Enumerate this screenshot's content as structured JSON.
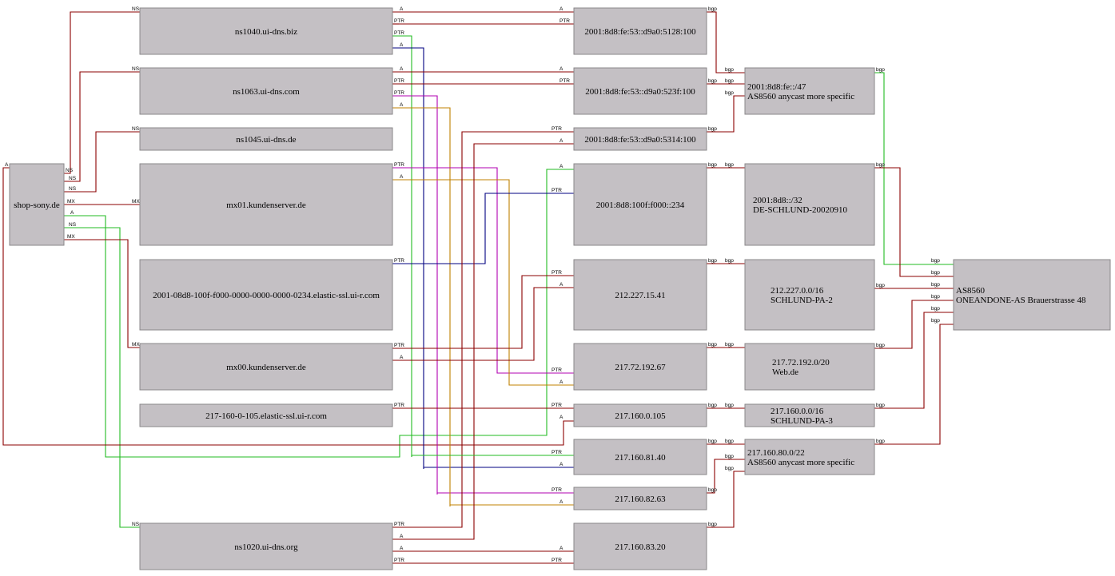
{
  "colors": {
    "red": "#8b0000",
    "green": "#22bb22",
    "navy": "#000080",
    "purple": "#b000b0",
    "orange": "#c08000",
    "node_fill": "#c4c0c4"
  },
  "nodes": {
    "shop": {
      "lines": [
        "shop-sony.de"
      ]
    },
    "ns1040": {
      "lines": [
        "ns1040.ui-dns.biz"
      ]
    },
    "ns1063": {
      "lines": [
        "ns1063.ui-dns.com"
      ]
    },
    "ns1045": {
      "lines": [
        "ns1045.ui-dns.de"
      ]
    },
    "mx01": {
      "lines": [
        "mx01.kundenserver.de"
      ]
    },
    "elastic234": {
      "lines": [
        "2001-08d8-100f-f000-0000-0000-0000-0234.elastic-ssl.ui-r.com"
      ]
    },
    "mx00": {
      "lines": [
        "mx00.kundenserver.de"
      ]
    },
    "elastic105": {
      "lines": [
        "217-160-0-105.elastic-ssl.ui-r.com"
      ]
    },
    "ns1020": {
      "lines": [
        "ns1020.ui-dns.org"
      ]
    },
    "ip5128": {
      "lines": [
        "2001:8d8:fe:53::d9a0:5128:100"
      ]
    },
    "ip523f": {
      "lines": [
        "2001:8d8:fe:53::d9a0:523f:100"
      ]
    },
    "ip5314": {
      "lines": [
        "2001:8d8:fe:53::d9a0:5314:100"
      ]
    },
    "ip234": {
      "lines": [
        "2001:8d8:100f:f000::234"
      ]
    },
    "ip21222715": {
      "lines": [
        "212.227.15.41"
      ]
    },
    "ip2177219267": {
      "lines": [
        "217.72.192.67"
      ]
    },
    "ip2171600105": {
      "lines": [
        "217.160.0.105"
      ]
    },
    "ip2171608140": {
      "lines": [
        "217.160.81.40"
      ]
    },
    "ip2171608263": {
      "lines": [
        "217.160.82.63"
      ]
    },
    "ip2171608320": {
      "lines": [
        "217.160.83.20"
      ]
    },
    "pfx_fe47": {
      "lines": [
        "2001:8d8:fe::/47",
        "AS8560 anycast more specific"
      ]
    },
    "pfx_32": {
      "lines": [
        "2001:8d8::/32",
        "DE-SCHLUND-20020910"
      ]
    },
    "pfx_212": {
      "lines": [
        "212.227.0.0/16",
        "SCHLUND-PA-2"
      ]
    },
    "pfx_21772": {
      "lines": [
        "217.72.192.0/20",
        "Web.de"
      ]
    },
    "pfx_217160": {
      "lines": [
        "217.160.0.0/16",
        "SCHLUND-PA-3"
      ]
    },
    "pfx_21716080": {
      "lines": [
        "217.160.80.0/22",
        "AS8560 anycast more specific"
      ]
    },
    "as8560": {
      "lines": [
        "AS8560",
        "ONEANDONE-AS Brauerstrasse 48"
      ]
    }
  },
  "edges": [
    {
      "label": "NS",
      "color": "red"
    },
    {
      "label": "NS",
      "color": "red"
    },
    {
      "label": "NS",
      "color": "red"
    },
    {
      "label": "MX",
      "color": "red"
    },
    {
      "label": "A",
      "color": "green"
    },
    {
      "label": "NS",
      "color": "green"
    },
    {
      "label": "MX",
      "color": "red"
    },
    {
      "label": "A",
      "color": "red"
    },
    {
      "label": "A",
      "color": "red"
    },
    {
      "label": "PTR",
      "color": "red"
    },
    {
      "label": "PTR",
      "color": "green"
    },
    {
      "label": "A",
      "color": "navy"
    },
    {
      "label": "A",
      "color": "red"
    },
    {
      "label": "PTR",
      "color": "red"
    },
    {
      "label": "PTR",
      "color": "purple"
    },
    {
      "label": "A",
      "color": "orange"
    },
    {
      "label": "PTR",
      "color": "purple"
    },
    {
      "label": "A",
      "color": "orange"
    },
    {
      "label": "PTR",
      "color": "navy"
    },
    {
      "label": "PTR",
      "color": "red"
    },
    {
      "label": "A",
      "color": "red"
    },
    {
      "label": "PTR",
      "color": "red"
    },
    {
      "label": "PTR",
      "color": "red"
    },
    {
      "label": "A",
      "color": "red"
    },
    {
      "label": "A",
      "color": "red"
    },
    {
      "label": "PTR",
      "color": "red"
    },
    {
      "label": "PTR",
      "color": "red"
    },
    {
      "label": "PTR",
      "color": "green"
    },
    {
      "label": "A",
      "color": "navy"
    },
    {
      "label": "PTR",
      "color": "purple"
    },
    {
      "label": "A",
      "color": "orange"
    },
    {
      "label": "bgp",
      "color": "red"
    },
    {
      "label": "bgp",
      "color": "red"
    },
    {
      "label": "bgp",
      "color": "red"
    },
    {
      "label": "bgp",
      "color": "red"
    },
    {
      "label": "bgp",
      "color": "red"
    },
    {
      "label": "bgp",
      "color": "red"
    },
    {
      "label": "bgp",
      "color": "red"
    },
    {
      "label": "bgp",
      "color": "red"
    },
    {
      "label": "bgp",
      "color": "red"
    },
    {
      "label": "bgp",
      "color": "red"
    },
    {
      "label": "bgp",
      "color": "green"
    },
    {
      "label": "bgp",
      "color": "red"
    },
    {
      "label": "bgp",
      "color": "red"
    },
    {
      "label": "bgp",
      "color": "red"
    },
    {
      "label": "bgp",
      "color": "red"
    },
    {
      "label": "bgp",
      "color": "red"
    }
  ]
}
